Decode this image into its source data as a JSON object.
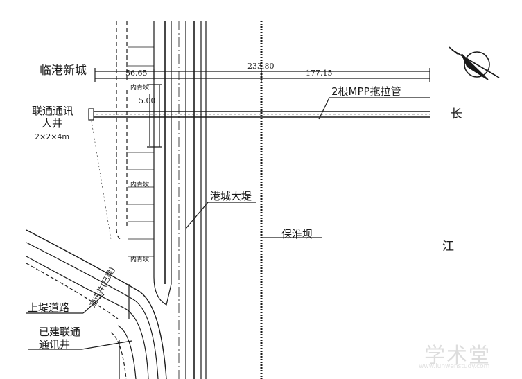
{
  "labels": {
    "lingang": "临港新城",
    "dim_total": "233.80",
    "dim_left": "56.65",
    "dim_right": "177.15",
    "pipe": "2根MPP拖拉管",
    "changjiang_chang": "长",
    "changjiang_jiang": "江",
    "unicom_well_1": "联通通讯",
    "unicom_well_2": "人井",
    "well_size": "2×2×4m",
    "dim_small": "5.00",
    "neiqingkan": "内青坎",
    "gangcheng_dike": "港城大堤",
    "baohuai_dam": "保淮坝",
    "shangdi_road": "上堤道路",
    "built_1": "已建联通",
    "built_2": "通讯井",
    "channel_label": "通讯井(已建)",
    "watermark": "学术堂",
    "watermark_url": "www.lunwenstudy.com"
  },
  "colors": {
    "line": "#1a1a1a",
    "watermark": "#dddddd"
  }
}
